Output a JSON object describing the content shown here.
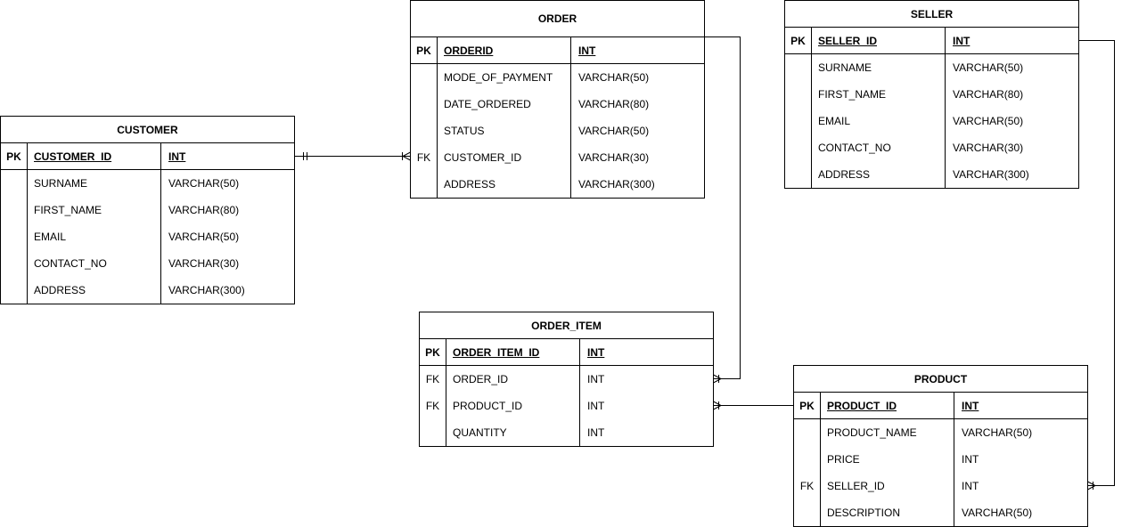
{
  "entities": {
    "order": {
      "title": "ORDER",
      "rows": [
        {
          "key": "PK",
          "name": "ORDERID",
          "type": "INT"
        },
        {
          "key": "",
          "name": "MODE_OF_PAYMENT",
          "type": "VARCHAR(50)"
        },
        {
          "key": "",
          "name": "DATE_ORDERED",
          "type": "VARCHAR(80)"
        },
        {
          "key": "",
          "name": "STATUS",
          "type": "VARCHAR(50)"
        },
        {
          "key": "FK",
          "name": "CUSTOMER_ID",
          "type": "VARCHAR(30)"
        },
        {
          "key": "",
          "name": "ADDRESS",
          "type": "VARCHAR(300)"
        }
      ]
    },
    "seller": {
      "title": "SELLER",
      "rows": [
        {
          "key": "PK",
          "name": "SELLER_ID",
          "type": "INT"
        },
        {
          "key": "",
          "name": "SURNAME",
          "type": "VARCHAR(50)"
        },
        {
          "key": "",
          "name": "FIRST_NAME",
          "type": "VARCHAR(80)"
        },
        {
          "key": "",
          "name": "EMAIL",
          "type": "VARCHAR(50)"
        },
        {
          "key": "",
          "name": "CONTACT_NO",
          "type": "VARCHAR(30)"
        },
        {
          "key": "",
          "name": "ADDRESS",
          "type": "VARCHAR(300)"
        }
      ]
    },
    "customer": {
      "title": "CUSTOMER",
      "rows": [
        {
          "key": "PK",
          "name": "CUSTOMER_ID",
          "type": "INT"
        },
        {
          "key": "",
          "name": "SURNAME",
          "type": "VARCHAR(50)"
        },
        {
          "key": "",
          "name": "FIRST_NAME",
          "type": "VARCHAR(80)"
        },
        {
          "key": "",
          "name": "EMAIL",
          "type": "VARCHAR(50)"
        },
        {
          "key": "",
          "name": "CONTACT_NO",
          "type": "VARCHAR(30)"
        },
        {
          "key": "",
          "name": "ADDRESS",
          "type": "VARCHAR(300)"
        }
      ]
    },
    "order_item": {
      "title": "ORDER_ITEM",
      "rows": [
        {
          "key": "PK",
          "name": "ORDER_ITEM_ID",
          "type": "INT"
        },
        {
          "key": "FK",
          "name": "ORDER_ID",
          "type": "INT"
        },
        {
          "key": "FK",
          "name": "PRODUCT_ID",
          "type": "INT"
        },
        {
          "key": "",
          "name": "QUANTITY",
          "type": "INT"
        }
      ]
    },
    "product": {
      "title": "PRODUCT",
      "rows": [
        {
          "key": "PK",
          "name": "PRODUCT_ID",
          "type": "INT"
        },
        {
          "key": "",
          "name": "PRODUCT_NAME",
          "type": "VARCHAR(50)"
        },
        {
          "key": "",
          "name": "PRICE",
          "type": "INT"
        },
        {
          "key": "FK",
          "name": "SELLER_ID",
          "type": "INT"
        },
        {
          "key": "",
          "name": "DESCRIPTION",
          "type": "VARCHAR(50)"
        }
      ]
    }
  }
}
